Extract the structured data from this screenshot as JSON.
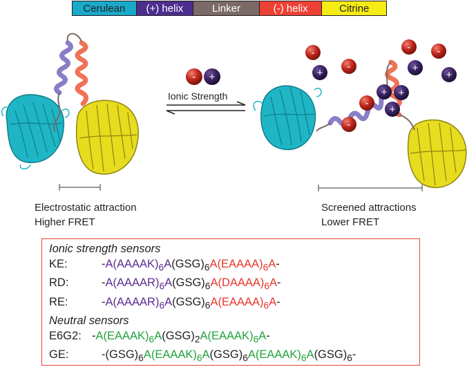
{
  "legend": [
    {
      "label": "Cerulean",
      "color": "#19a9c9"
    },
    {
      "label": "(+) helix",
      "color": "#4b2e8e"
    },
    {
      "label": "Linker",
      "color": "#7b6a66"
    },
    {
      "label": "(-) helix",
      "color": "#ee4136"
    },
    {
      "label": "Citrine",
      "color": "#f6ec14"
    }
  ],
  "center": {
    "ionic_label": "Ionic Strength",
    "ions": [
      "-",
      "+"
    ]
  },
  "ion_colors": {
    "negative": "#c0271c",
    "positive": "#3a2463"
  },
  "left_caption": {
    "line1": "Electrostatic attraction",
    "line2": "Higher FRET"
  },
  "right_caption": {
    "line1": "Screened attractions",
    "line2": "Lower FRET"
  },
  "sensors": {
    "ionic_heading": "Ionic strength sensors",
    "neutral_heading": "Neutral sensors",
    "rows": [
      {
        "name": "KE:",
        "parts": [
          {
            "t": "-",
            "c": "black"
          },
          {
            "t": "A(",
            "c": "purple"
          },
          {
            "t": "AAAAK",
            "c": "purple"
          },
          {
            "t": ")",
            "c": "purple"
          },
          {
            "t": "6",
            "c": "purple",
            "sub": true
          },
          {
            "t": "A",
            "c": "purple"
          },
          {
            "t": "(GSG)",
            "c": "black"
          },
          {
            "t": "6",
            "c": "black",
            "sub": true
          },
          {
            "t": "A(",
            "c": "red"
          },
          {
            "t": "EAAAA",
            "c": "red"
          },
          {
            "t": ")",
            "c": "red"
          },
          {
            "t": "6",
            "c": "red",
            "sub": true
          },
          {
            "t": "A",
            "c": "red"
          },
          {
            "t": "-",
            "c": "black"
          }
        ]
      },
      {
        "name": "RD:",
        "parts": [
          {
            "t": "-",
            "c": "black"
          },
          {
            "t": "A(",
            "c": "purple"
          },
          {
            "t": "AAAAR",
            "c": "purple"
          },
          {
            "t": ")",
            "c": "purple"
          },
          {
            "t": "6",
            "c": "purple",
            "sub": true
          },
          {
            "t": "A",
            "c": "purple"
          },
          {
            "t": "(GSG)",
            "c": "black"
          },
          {
            "t": "6",
            "c": "black",
            "sub": true
          },
          {
            "t": "A(",
            "c": "red"
          },
          {
            "t": "DAAAA",
            "c": "red"
          },
          {
            "t": ")",
            "c": "red"
          },
          {
            "t": "6",
            "c": "red",
            "sub": true
          },
          {
            "t": "A",
            "c": "red"
          },
          {
            "t": "-",
            "c": "black"
          }
        ]
      },
      {
        "name": "RE:",
        "parts": [
          {
            "t": "-",
            "c": "black"
          },
          {
            "t": "A(",
            "c": "purple"
          },
          {
            "t": "AAAAR",
            "c": "purple"
          },
          {
            "t": ")",
            "c": "purple"
          },
          {
            "t": "6",
            "c": "purple",
            "sub": true
          },
          {
            "t": "A",
            "c": "purple"
          },
          {
            "t": "(GSG)",
            "c": "black"
          },
          {
            "t": "6",
            "c": "black",
            "sub": true
          },
          {
            "t": "A(",
            "c": "red"
          },
          {
            "t": "EAAAA",
            "c": "red"
          },
          {
            "t": ")",
            "c": "red"
          },
          {
            "t": "6",
            "c": "red",
            "sub": true
          },
          {
            "t": "A",
            "c": "red"
          },
          {
            "t": "-",
            "c": "black"
          }
        ]
      },
      {
        "name": "E6G2:",
        "parts": [
          {
            "t": "-",
            "c": "black"
          },
          {
            "t": "A(",
            "c": "green"
          },
          {
            "t": "EAAAK",
            "c": "green"
          },
          {
            "t": ")",
            "c": "green"
          },
          {
            "t": "6",
            "c": "green",
            "sub": true
          },
          {
            "t": "A",
            "c": "green"
          },
          {
            "t": "(GSG)",
            "c": "black"
          },
          {
            "t": "2",
            "c": "black",
            "sub": true
          },
          {
            "t": "A(",
            "c": "green"
          },
          {
            "t": "EAAAK",
            "c": "green"
          },
          {
            "t": ")",
            "c": "green"
          },
          {
            "t": "6",
            "c": "green",
            "sub": true
          },
          {
            "t": "A",
            "c": "green"
          },
          {
            "t": "-",
            "c": "black"
          }
        ]
      },
      {
        "name": "GE:",
        "parts": [
          {
            "t": "-(GSG)",
            "c": "black"
          },
          {
            "t": "6",
            "c": "black",
            "sub": true
          },
          {
            "t": "A(",
            "c": "green"
          },
          {
            "t": "EAAAK",
            "c": "green"
          },
          {
            "t": ")",
            "c": "green"
          },
          {
            "t": "6",
            "c": "green",
            "sub": true
          },
          {
            "t": "A",
            "c": "green"
          },
          {
            "t": "(GSG)",
            "c": "black"
          },
          {
            "t": "6",
            "c": "black",
            "sub": true
          },
          {
            "t": "A(",
            "c": "green"
          },
          {
            "t": "EAAAK",
            "c": "green"
          },
          {
            "t": ")",
            "c": "green"
          },
          {
            "t": "6",
            "c": "green",
            "sub": true
          },
          {
            "t": "A",
            "c": "green"
          },
          {
            "t": "(GSG)",
            "c": "black"
          },
          {
            "t": "6",
            "c": "black",
            "sub": true
          },
          {
            "t": "-",
            "c": "black"
          }
        ]
      }
    ]
  }
}
